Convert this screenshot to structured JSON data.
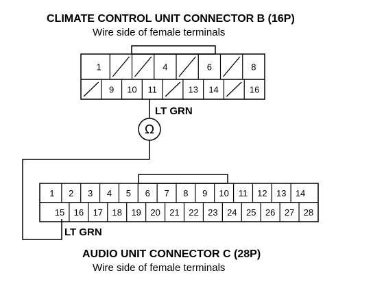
{
  "connector_b": {
    "title": "CLIMATE CONTROL UNIT CONNECTOR B (16P)",
    "subtitle": "Wire side of female terminals",
    "row1": [
      "1",
      "",
      "",
      "4",
      "",
      "6",
      "",
      "8"
    ],
    "row2": [
      "",
      "9",
      "10",
      "11",
      "",
      "13",
      "14",
      "",
      "16"
    ]
  },
  "connector_c": {
    "title": "AUDIO UNIT CONNECTOR C (28P)",
    "subtitle": "Wire side of female terminals",
    "row1": [
      "1",
      "2",
      "3",
      "4",
      "5",
      "6",
      "7",
      "8",
      "9",
      "10",
      "11",
      "12",
      "13",
      "14"
    ],
    "row2": [
      "15",
      "16",
      "17",
      "18",
      "19",
      "20",
      "21",
      "22",
      "23",
      "24",
      "25",
      "26",
      "27",
      "28"
    ]
  },
  "wire": {
    "top_label": "LT GRN",
    "bottom_label": "LT GRN",
    "meter_symbol": "Ω"
  }
}
